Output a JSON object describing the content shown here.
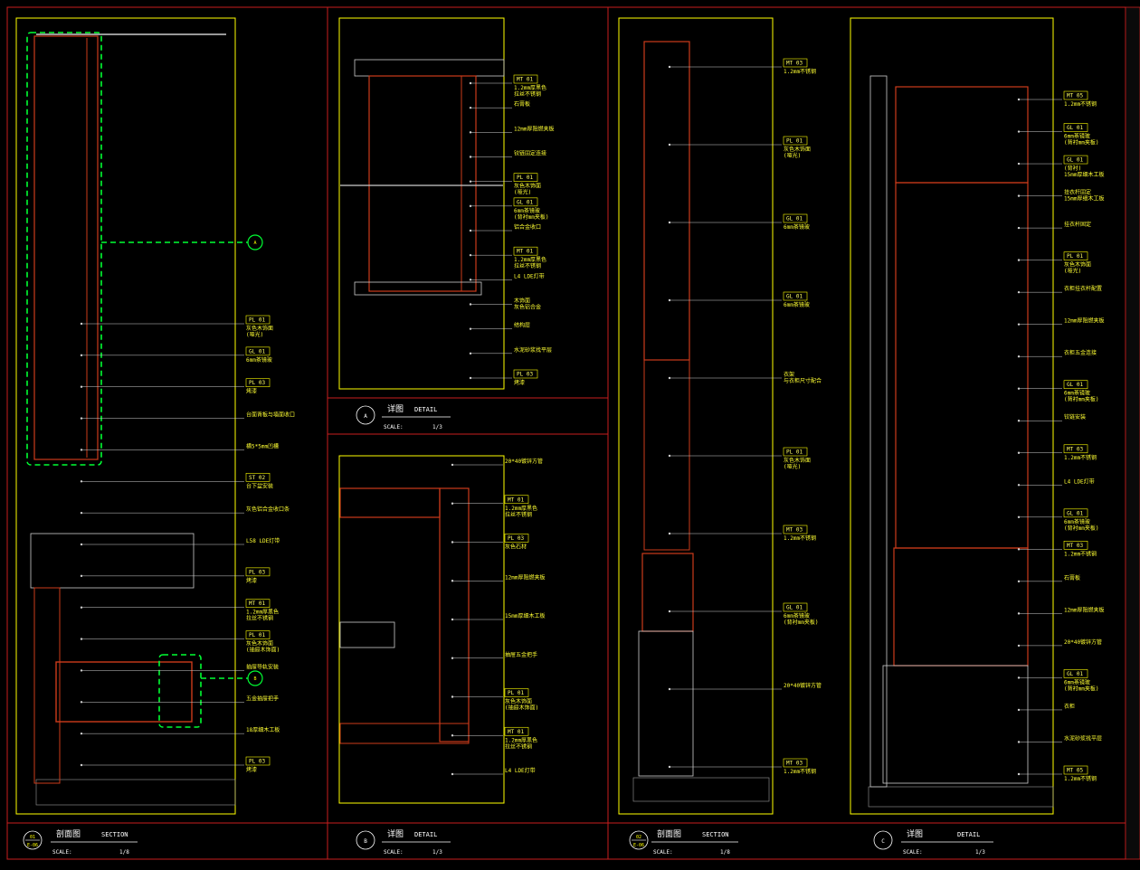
{
  "colors": {
    "background": "#000000",
    "frame": "#ffff00",
    "border": "#c81e1e",
    "material_line": "#cc3b1a",
    "leader": "#d0d0d0",
    "callout_green": "#00ff33",
    "text": "#ffff33"
  },
  "panels": [
    {
      "id": "p1",
      "marker_no": "01",
      "marker_ref": "E-06",
      "title_cn": "剖面图",
      "title_en": "SECTION",
      "scale_label": "SCALE:",
      "scale": "1/8",
      "callouts": [
        {
          "tag": "PL 01",
          "desc": [
            "灰色木饰面",
            "(哑光)"
          ]
        },
        {
          "tag": "GL 01",
          "desc": [
            "6mm茶镜玻"
          ]
        },
        {
          "tag": "PL 03",
          "desc": [
            "烤漆"
          ]
        },
        {
          "tag": "",
          "desc": [
            "台面背板与墙面收口"
          ]
        },
        {
          "tag": "",
          "desc": [
            "横5*5mm凹槽"
          ]
        },
        {
          "tag": "ST 02",
          "desc": [
            "台下盆安装"
          ]
        },
        {
          "tag": "",
          "desc": [
            "灰色铝合金收口条"
          ]
        },
        {
          "tag": "",
          "desc": [
            "L58 LDE灯带"
          ]
        },
        {
          "tag": "PL 03",
          "desc": [
            "烤漆"
          ]
        },
        {
          "tag": "MT 01",
          "desc": [
            "1.2mm厚黑色",
            "拉丝不锈钢"
          ]
        },
        {
          "tag": "PL 01",
          "desc": [
            "灰色木饰面",
            "(抽屉木饰面)"
          ]
        },
        {
          "tag": "",
          "desc": [
            "抽屉导轨安装"
          ]
        },
        {
          "tag": "",
          "desc": [
            "五金抽屉把手"
          ]
        },
        {
          "tag": "",
          "desc": [
            "18厚细木工板"
          ]
        },
        {
          "tag": "PL 03",
          "desc": [
            "烤漆"
          ]
        }
      ],
      "detail_marks": [
        {
          "letter": "A"
        },
        {
          "letter": "B"
        }
      ]
    },
    {
      "id": "p2",
      "marker_no": "A",
      "marker_ref": "",
      "title_cn": "详图",
      "title_en": "DETAIL",
      "scale_label": "SCALE:",
      "scale": "1/3",
      "callouts": [
        {
          "tag": "MT 01",
          "desc": [
            "1.2mm厚黑色",
            "拉丝不锈钢"
          ]
        },
        {
          "tag": "",
          "desc": [
            "石膏板"
          ]
        },
        {
          "tag": "",
          "desc": [
            "12mm厚阻燃夹板"
          ]
        },
        {
          "tag": "",
          "desc": [
            "铰链固定连接"
          ]
        },
        {
          "tag": "PL 01",
          "desc": [
            "灰色木饰面",
            "(哑光)"
          ]
        },
        {
          "tag": "GL 01",
          "desc": [
            "6mm茶镜玻",
            "(背衬mm夹板)"
          ]
        },
        {
          "tag": "",
          "desc": [
            "铝合金收口"
          ]
        },
        {
          "tag": "MT 01",
          "desc": [
            "1.2mm厚黑色",
            "拉丝不锈钢"
          ]
        },
        {
          "tag": "",
          "desc": [
            "L4 LDE灯带"
          ]
        },
        {
          "tag": "",
          "desc": [
            "木饰面",
            "灰色铝合金"
          ]
        },
        {
          "tag": "",
          "desc": [
            "结构层"
          ]
        },
        {
          "tag": "",
          "desc": [
            "水泥砂浆找平层"
          ]
        },
        {
          "tag": "PL 03",
          "desc": [
            "烤漆"
          ]
        }
      ]
    },
    {
      "id": "p3",
      "marker_no": "B",
      "marker_ref": "",
      "title_cn": "详图",
      "title_en": "DETAIL",
      "scale_label": "SCALE:",
      "scale": "1/3",
      "callouts": [
        {
          "tag": "",
          "desc": [
            "20*40镀锌方管"
          ]
        },
        {
          "tag": "MT 01",
          "desc": [
            "1.2mm厚黑色",
            "拉丝不锈钢"
          ]
        },
        {
          "tag": "PL 03",
          "desc": [
            "灰色石材"
          ]
        },
        {
          "tag": "",
          "desc": [
            "12mm厚阻燃夹板"
          ]
        },
        {
          "tag": "",
          "desc": [
            "15mm厚细木工板"
          ]
        },
        {
          "tag": "",
          "desc": [
            "抽屉五金把手"
          ]
        },
        {
          "tag": "PL 01",
          "desc": [
            "灰色木饰面",
            "(抽屉木饰面)"
          ]
        },
        {
          "tag": "MT 01",
          "desc": [
            "1.2mm厚黑色",
            "拉丝不锈钢"
          ]
        },
        {
          "tag": "",
          "desc": [
            "L4 LDE灯带"
          ]
        }
      ]
    },
    {
      "id": "p4",
      "marker_no": "02",
      "marker_ref": "E-06",
      "title_cn": "剖面图",
      "title_en": "SECTION",
      "scale_label": "SCALE:",
      "scale": "1/8",
      "callouts": [
        {
          "tag": "MT 03",
          "desc": [
            "1.2mm不锈钢"
          ]
        },
        {
          "tag": "PL 01",
          "desc": [
            "灰色木饰面",
            "(哑光)"
          ]
        },
        {
          "tag": "GL 01",
          "desc": [
            "6mm茶镜玻"
          ]
        },
        {
          "tag": "GL 01",
          "desc": [
            "6mm茶镜玻"
          ]
        },
        {
          "tag": "",
          "desc": [
            "衣架",
            "与衣柜尺寸配合"
          ]
        },
        {
          "tag": "PL 01",
          "desc": [
            "灰色木饰面",
            "(哑光)"
          ]
        },
        {
          "tag": "MT 03",
          "desc": [
            "1.2mm不锈钢"
          ]
        },
        {
          "tag": "GL 01",
          "desc": [
            "6mm茶镜玻",
            "(背衬mm夹板)"
          ]
        },
        {
          "tag": "",
          "desc": [
            "20*40镀锌方管"
          ]
        },
        {
          "tag": "MT 03",
          "desc": [
            "1.2mm不锈钢"
          ]
        }
      ]
    },
    {
      "id": "p5",
      "marker_no": "C",
      "marker_ref": "",
      "title_cn": "详图",
      "title_en": "DETAIL",
      "scale_label": "SCALE:",
      "scale": "1/3",
      "callouts": [
        {
          "tag": "MT 05",
          "desc": [
            "1.2mm不锈钢"
          ]
        },
        {
          "tag": "GL 01",
          "desc": [
            "6mm茶镜玻",
            "(背衬mm夹板)"
          ]
        },
        {
          "tag": "GL 01",
          "desc": [
            "(背衬)",
            "15mm厚细木工板"
          ]
        },
        {
          "tag": "",
          "desc": [
            "挂衣杆固定",
            "15mm厚细木工板"
          ]
        },
        {
          "tag": "",
          "desc": [
            "挂衣杆固定"
          ]
        },
        {
          "tag": "PL 01",
          "desc": [
            "灰色木饰面",
            "(哑光)"
          ]
        },
        {
          "tag": "",
          "desc": [
            "衣柜挂衣杆配置"
          ]
        },
        {
          "tag": "",
          "desc": [
            "12mm厚阻燃夹板"
          ]
        },
        {
          "tag": "",
          "desc": [
            "衣柜五金连接"
          ]
        },
        {
          "tag": "GL 01",
          "desc": [
            "6mm茶镜玻",
            "(背衬mm夹板)"
          ]
        },
        {
          "tag": "",
          "desc": [
            "铰链安装"
          ]
        },
        {
          "tag": "MT 03",
          "desc": [
            "1.2mm不锈钢"
          ]
        },
        {
          "tag": "",
          "desc": [
            "L4 LDE灯带"
          ]
        },
        {
          "tag": "GL 01",
          "desc": [
            "6mm茶镜玻",
            "(背衬mm夹板)"
          ]
        },
        {
          "tag": "MT 03",
          "desc": [
            "1.2mm不锈钢"
          ]
        },
        {
          "tag": "",
          "desc": [
            "石膏板"
          ]
        },
        {
          "tag": "",
          "desc": [
            "12mm厚阻燃夹板"
          ]
        },
        {
          "tag": "",
          "desc": [
            "20*40镀锌方管"
          ]
        },
        {
          "tag": "GL 01",
          "desc": [
            "6mm茶镜玻",
            "(背衬mm夹板)"
          ]
        },
        {
          "tag": "",
          "desc": [
            "衣柜"
          ]
        },
        {
          "tag": "",
          "desc": [
            "水泥砂浆找平层"
          ]
        },
        {
          "tag": "MT 05",
          "desc": [
            "1.2mm不锈钢"
          ]
        }
      ]
    }
  ]
}
